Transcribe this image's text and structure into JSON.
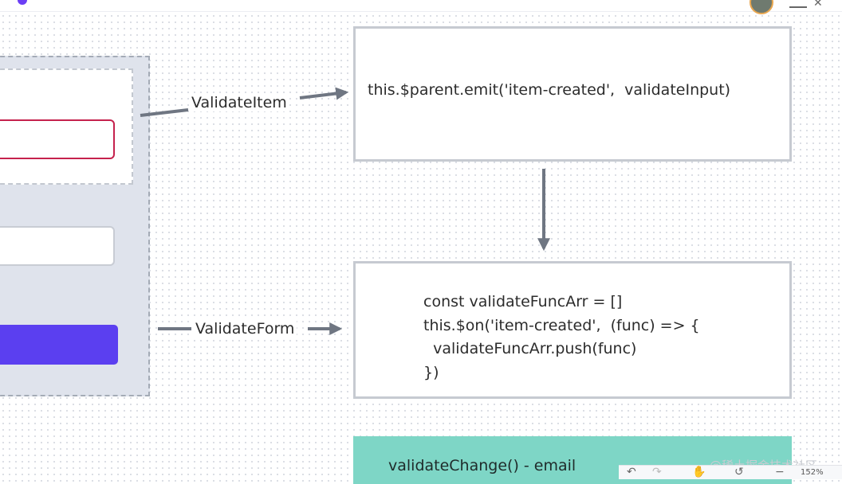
{
  "diagram": {
    "labels": {
      "validate_item": "ValidateItem",
      "validate_form": "ValidateForm"
    },
    "emit_box": {
      "code": "this.$parent.emit('item-created',  validateInput)"
    },
    "on_box": {
      "lines": [
        "const validateFuncArr = []",
        "this.$on('item-created',  (func) => {",
        "  validateFuncArr.push(func)",
        "})"
      ]
    },
    "change_box": {
      "code": "validateChange() - email",
      "color": "#7ed6c6"
    }
  },
  "form_mockup": {
    "error_color": "#c5224d",
    "button_color": "#5b3ff0"
  },
  "toolbar": {
    "undo_icon": "↶",
    "redo_icon": "↷",
    "hand_icon": "✋",
    "history_icon": "↺",
    "zoom_out_icon": "−",
    "zoom": "152%"
  },
  "watermark": "@稀土掘金技术社区"
}
